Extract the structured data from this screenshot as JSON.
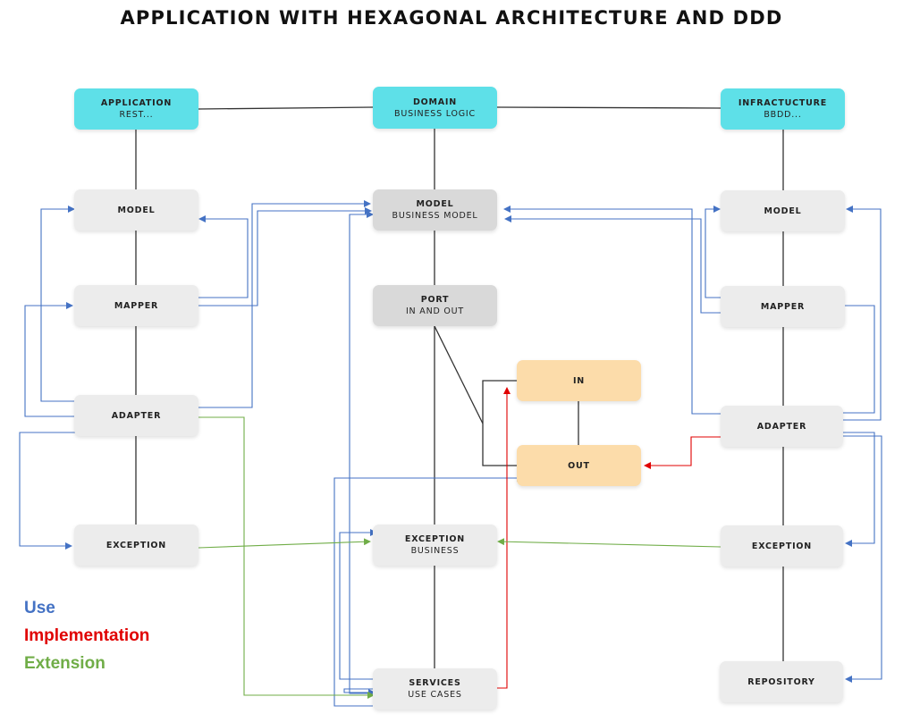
{
  "title": "APPLICATION WITH HEXAGONAL ARCHITECTURE AND DDD",
  "colors": {
    "use": "#4472c4",
    "implementation": "#e00000",
    "extension": "#70ad47",
    "tree_line": "#333333"
  },
  "nodes": {
    "application": {
      "label": "APPLICATION",
      "sub": "REST..."
    },
    "domain": {
      "label": "DOMAIN",
      "sub": "BUSINESS LOGIC"
    },
    "infrastructure": {
      "label": "INFRACTUCTURE",
      "sub": "BBDD..."
    },
    "app_model": {
      "label": "MODEL"
    },
    "app_mapper": {
      "label": "MAPPER"
    },
    "app_adapter": {
      "label": "ADAPTER"
    },
    "app_exception": {
      "label": "EXCEPTION"
    },
    "dom_model": {
      "label": "MODEL",
      "sub": "BUSINESS MODEL"
    },
    "dom_port": {
      "label": "PORT",
      "sub": "IN AND OUT"
    },
    "port_in": {
      "label": "IN"
    },
    "port_out": {
      "label": "OUT"
    },
    "dom_exception": {
      "label": "EXCEPTION",
      "sub": "BUSINESS"
    },
    "dom_services": {
      "label": "SERVICES",
      "sub": "USE CASES"
    },
    "infra_model": {
      "label": "MODEL"
    },
    "infra_mapper": {
      "label": "MAPPER"
    },
    "infra_adapter": {
      "label": "ADAPTER"
    },
    "infra_exception": {
      "label": "EXCEPTION"
    },
    "infra_repository": {
      "label": "REPOSITORY"
    }
  },
  "legend": {
    "use": "Use",
    "implementation": "Implementation",
    "extension": "Extension"
  }
}
